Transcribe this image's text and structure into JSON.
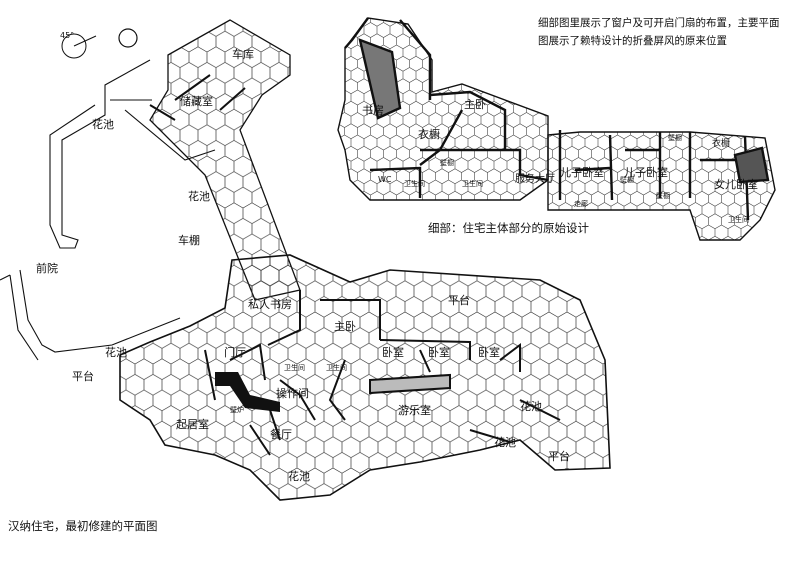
{
  "captions": {
    "note": "细部图里展示了窗户及可开启门扇的布置，主要平面图展示了赖特设计的折叠屏风的原来位置",
    "detail": "细部：住宅主体部分的原始设计",
    "main": "汉纳住宅，最初修建的平面图"
  },
  "compass": {
    "angle": "45°"
  },
  "main_plan": {
    "rooms": [
      "车库",
      "储藏室",
      "花池",
      "花池",
      "车棚",
      "前院",
      "平台",
      "花池",
      "私人书房",
      "主卧",
      "门厅",
      "卫生间",
      "卫生间",
      "卧室",
      "卧室",
      "卧室",
      "平台",
      "操作间",
      "起居室",
      "壁炉",
      "游乐室",
      "餐厅",
      "花池",
      "花池",
      "花池",
      "平台"
    ]
  },
  "detail_plan": {
    "rooms": [
      "书房",
      "主卧",
      "衣橱",
      "壁橱",
      "WC",
      "卫生间",
      "卫生间",
      "服务大厅",
      "儿子卧室",
      "儿子卧室",
      "壁橱",
      "衣橱",
      "女儿卧室",
      "壁橱",
      "卫生间",
      "壁橱",
      "走廊"
    ]
  }
}
